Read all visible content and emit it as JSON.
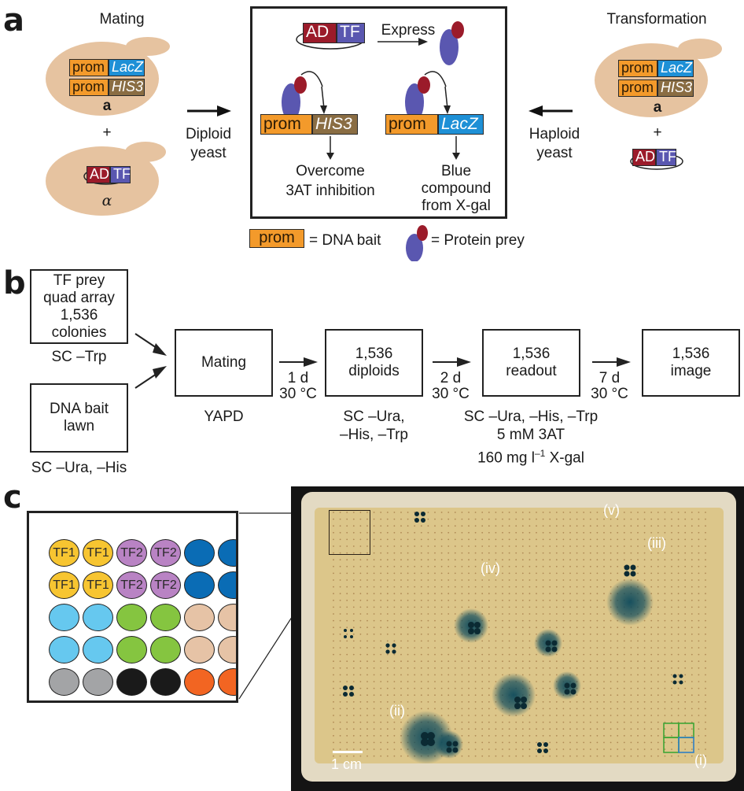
{
  "panel_a": {
    "label": "a",
    "mating": {
      "title": "Mating",
      "cell_a": {
        "rows": [
          [
            "prom",
            "LacZ"
          ],
          [
            "prom",
            "HIS3"
          ]
        ],
        "mating_type": "a"
      },
      "plus": "+",
      "cell_alpha": {
        "plasmid": [
          "AD",
          "TF"
        ],
        "mating_type": "α"
      }
    },
    "left_arrow_caption": [
      "Diploid",
      "yeast"
    ],
    "center": {
      "plasmid": [
        "AD",
        "TF"
      ],
      "express_label": "Express",
      "his3_construct": [
        "prom",
        "HIS3"
      ],
      "his3_outcome": [
        "Overcome",
        "3AT inhibition"
      ],
      "lacz_construct": [
        "prom",
        "LacZ"
      ],
      "lacz_outcome": [
        "Blue",
        "compound",
        "from X-gal"
      ]
    },
    "right_arrow_caption": [
      "Haploid",
      "yeast"
    ],
    "transformation": {
      "title": "Transformation",
      "cell_a": {
        "rows": [
          [
            "prom",
            "LacZ"
          ],
          [
            "prom",
            "HIS3"
          ]
        ],
        "mating_type": "a"
      },
      "plus": "+",
      "plasmid": [
        "AD",
        "TF"
      ]
    },
    "legend": {
      "bait_box": "prom",
      "bait_text": "= DNA bait",
      "prey_text": "= Protein prey"
    },
    "colors": {
      "prom": "#f39a2b",
      "lacz": "#1e90d6",
      "his3": "#8a6d43",
      "ad": "#9b1b2a",
      "tf": "#5a57b0",
      "cell": "#e6c3a0"
    }
  },
  "panel_b": {
    "label": "b",
    "inputs": [
      {
        "lines": [
          "TF prey",
          "quad array",
          "1,536",
          "colonies"
        ],
        "medium": "SC –Trp"
      },
      {
        "lines": [
          "DNA bait",
          "lawn"
        ],
        "medium": "SC –Ura, –His"
      }
    ],
    "steps": [
      {
        "lines": [
          "Mating"
        ],
        "medium": [
          "YAPD"
        ]
      },
      {
        "lines": [
          "1,536",
          "diploids"
        ],
        "medium": [
          "SC –Ura,",
          "–His, –Trp"
        ]
      },
      {
        "lines": [
          "1,536",
          "readout"
        ],
        "medium": [
          "SC –Ura, –His, –Trp",
          "5 mM 3AT",
          "160 mg l–1 X-gal"
        ]
      },
      {
        "lines": [
          "1,536",
          "image"
        ],
        "medium": []
      }
    ],
    "transitions": [
      {
        "time": "1 d",
        "temp": "30 °C"
      },
      {
        "time": "2 d",
        "temp": "30 °C"
      },
      {
        "time": "7 d",
        "temp": "30 °C"
      }
    ],
    "xgal": {
      "prefix": "160 mg l",
      "sup": "–1",
      "suffix": " X-gal"
    }
  },
  "panel_c": {
    "label": "c",
    "grid": {
      "rows": [
        [
          {
            "t": "TF1",
            "c": "#f7c531"
          },
          {
            "t": "TF1",
            "c": "#f7c531"
          },
          {
            "t": "TF2",
            "c": "#b983c4"
          },
          {
            "t": "TF2",
            "c": "#b983c4"
          },
          {
            "t": "",
            "c": "#0a6cb5"
          },
          {
            "t": "",
            "c": "#0a6cb5"
          }
        ],
        [
          {
            "t": "TF1",
            "c": "#f7c531"
          },
          {
            "t": "TF1",
            "c": "#f7c531"
          },
          {
            "t": "TF2",
            "c": "#b983c4"
          },
          {
            "t": "TF2",
            "c": "#b983c4"
          },
          {
            "t": "",
            "c": "#0a6cb5"
          },
          {
            "t": "",
            "c": "#0a6cb5"
          }
        ],
        [
          {
            "t": "",
            "c": "#66c8ef"
          },
          {
            "t": "",
            "c": "#66c8ef"
          },
          {
            "t": "",
            "c": "#85c540"
          },
          {
            "t": "",
            "c": "#85c540"
          },
          {
            "t": "",
            "c": "#e6c3a6"
          },
          {
            "t": "",
            "c": "#e6c3a6"
          }
        ],
        [
          {
            "t": "",
            "c": "#66c8ef"
          },
          {
            "t": "",
            "c": "#66c8ef"
          },
          {
            "t": "",
            "c": "#85c540"
          },
          {
            "t": "",
            "c": "#85c540"
          },
          {
            "t": "",
            "c": "#e6c3a6"
          },
          {
            "t": "",
            "c": "#e6c3a6"
          }
        ],
        [
          {
            "t": "",
            "c": "#a3a4a6"
          },
          {
            "t": "",
            "c": "#a3a4a6"
          },
          {
            "t": "",
            "c": "#1a1a1a"
          },
          {
            "t": "",
            "c": "#1a1a1a"
          },
          {
            "t": "",
            "c": "#f26522"
          },
          {
            "t": "",
            "c": "#f26522"
          }
        ],
        [
          {
            "t": "",
            "c": "#a3a4a6"
          },
          {
            "t": "",
            "c": "#a3a4a6"
          },
          {
            "t": "",
            "c": "#1a1a1a"
          },
          {
            "t": "",
            "c": "#1a1a1a"
          },
          {
            "t": "",
            "c": "#f26522"
          },
          {
            "t": "",
            "c": "#f26522"
          }
        ]
      ]
    },
    "plate": {
      "annotations": [
        "(i)",
        "(ii)",
        "(iii)",
        "(iv)",
        "(v)"
      ],
      "scale_bar": "1 cm",
      "colors": {
        "agar": "#d9c487",
        "stain": "#0d4a5c",
        "frame": "#e4ddc9",
        "background": "#1a1a1a",
        "box_green": "#3fa535",
        "box_blue": "#2f7fc4"
      }
    }
  }
}
